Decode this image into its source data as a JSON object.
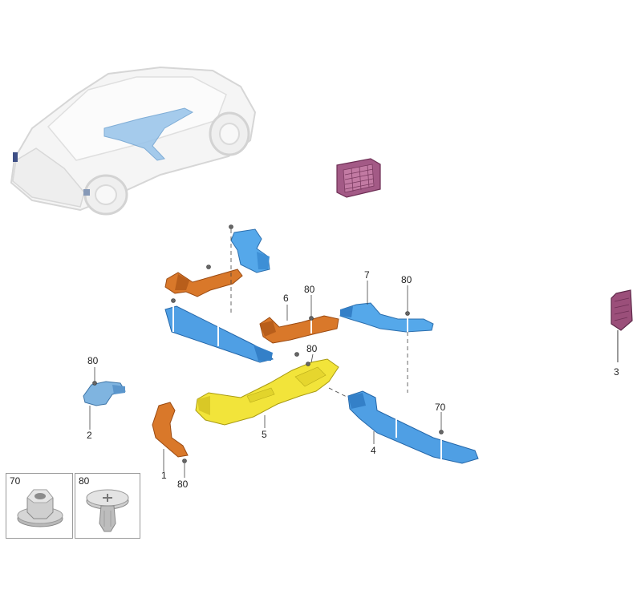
{
  "callouts": {
    "part_1": "1",
    "part_2": "2",
    "part_3": "3",
    "part_4": "4",
    "part_5": "5",
    "part_6": "6",
    "part_7": "7",
    "fastener_80_a": "80",
    "fastener_80_b": "80",
    "fastener_80_c": "80",
    "fastener_80_d": "80",
    "fastener_80_e": "80",
    "fastener_70": "70"
  },
  "legend": {
    "nut_label": "70",
    "clip_label": "80"
  },
  "colors": {
    "duct_blue": "#4fa3e8",
    "duct_orange": "#d9782a",
    "duct_yellow": "#f2e43a",
    "grille_purple": "#9b4f7a",
    "car_ghost": "#e3e3e3",
    "car_highlight": "#7fb6e6"
  }
}
